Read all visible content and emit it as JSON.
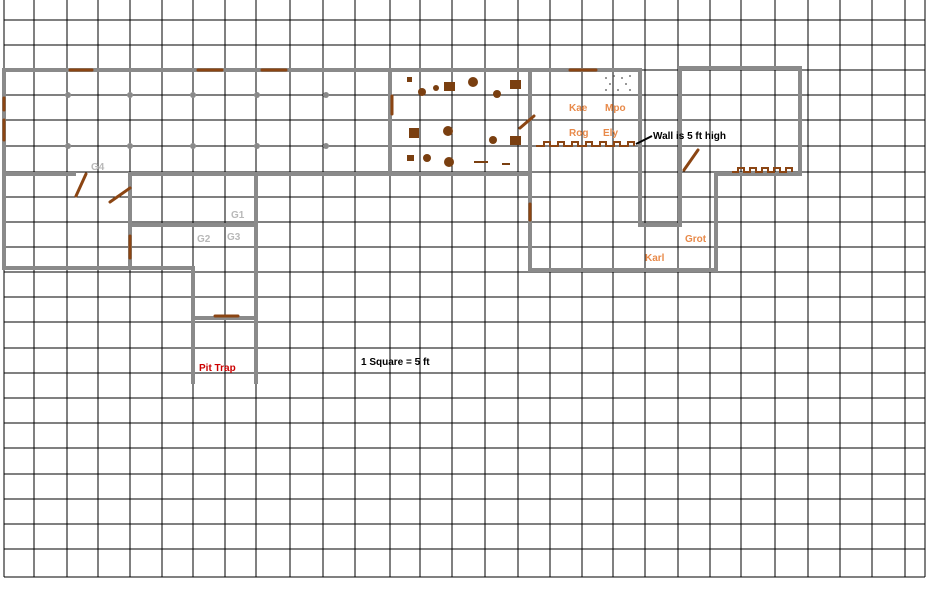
{
  "labels": {
    "g1": "G1",
    "g2": "G2",
    "g3": "G3",
    "g4": "G4",
    "kae": "Kae",
    "mpo": "Mpo",
    "rog": "Rog",
    "ely": "Ely",
    "grot": "Grot",
    "karl": "Karl",
    "pit_trap": "Pit Trap",
    "scale": "1 Square = 5 ft",
    "wall_note": "Wall is 5 ft high"
  },
  "colors": {
    "grid": "#000000",
    "wall": "#8a8a8a",
    "door": "#8b4513",
    "furniture": "#7a3f10",
    "guard_label": "#b8b8b8",
    "party_label": "#e88a4a",
    "trap_label": "#cc0000",
    "note_label": "#000000"
  }
}
